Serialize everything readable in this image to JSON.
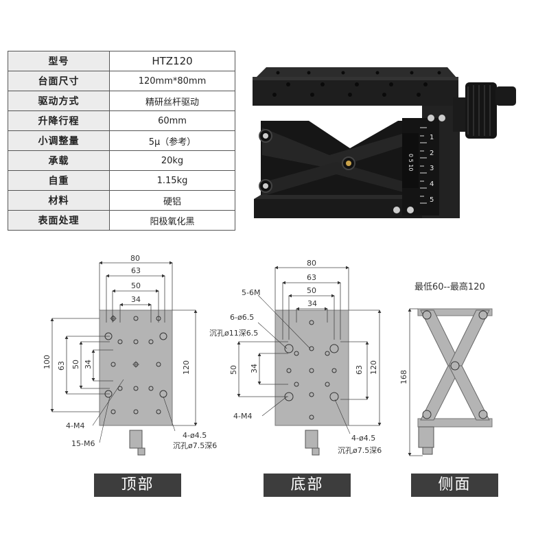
{
  "spec_table": {
    "rows": [
      {
        "label": "型号",
        "value": "HTZ120"
      },
      {
        "label": "台面尺寸",
        "value": "120mm*80mm"
      },
      {
        "label": "驱动方式",
        "value": "精研丝杆驱动"
      },
      {
        "label": "升降行程",
        "value": "60mm"
      },
      {
        "label": "小调整量",
        "value": "5μ（参考）"
      },
      {
        "label": "承载",
        "value": "20kg"
      },
      {
        "label": "自重",
        "value": "1.15kg"
      },
      {
        "label": "材料",
        "value": "硬铝"
      },
      {
        "label": "表面处理",
        "value": "阳极氧化黑"
      }
    ]
  },
  "photo": {
    "scale_numbers": [
      "1",
      "2",
      "3",
      "4",
      "5"
    ],
    "vernier_text": "0 5 10"
  },
  "top_view": {
    "dim_80": "80",
    "dim_63": "63",
    "dim_50": "50",
    "dim_34": "34",
    "dim_100": "100",
    "dim_63v": "63",
    "dim_50v": "50",
    "dim_34v": "34",
    "dim_120": "120",
    "note_4m4": "4-M4",
    "note_15m6": "15-M6",
    "note_4d45": "4-ø4.5",
    "note_cb": "沉孔ø7.5深6",
    "caption": "顶部"
  },
  "bottom_view": {
    "dim_80": "80",
    "dim_63": "63",
    "dim_50": "50",
    "dim_34": "34",
    "dim_50v": "50",
    "dim_34v": "34",
    "dim_63v": "63",
    "dim_120": "120",
    "note_5_6m": "5-6M",
    "note_6d65": "6-ø6.5",
    "note_cb11": "沉孔ø11深6.5",
    "note_4m4": "4-M4",
    "note_4d45": "4-ø4.5",
    "note_cb75": "沉孔ø7.5深6",
    "caption": "底部"
  },
  "side_view": {
    "range_note": "最低60--最高120",
    "dim_168": "168",
    "caption": "侧面"
  },
  "colors": {
    "plate": "#b4b4b4",
    "label_bg": "#3d3d3d",
    "table_header_bg": "#ececec",
    "product_black": "#1e1e1e"
  }
}
